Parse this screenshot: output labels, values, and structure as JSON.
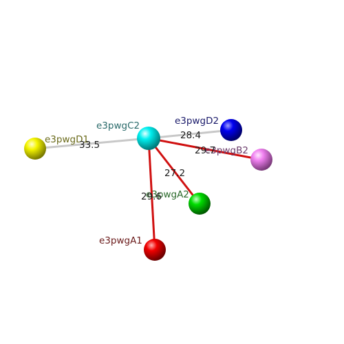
{
  "nodes": [
    {
      "id": "C2",
      "label": "e3pwgC2",
      "color": "#00e5e5",
      "label_color": "#2a6a6a"
    },
    {
      "id": "D2",
      "label": "e3pwgD2",
      "color": "#0000ee",
      "label_color": "#1a1a6a"
    },
    {
      "id": "B2",
      "label": "e3pwgB2",
      "color": "#ee77ee",
      "label_color": "#6a3a6a"
    },
    {
      "id": "A2",
      "label": "e3pwgA2",
      "color": "#00cc00",
      "label_color": "#2a6a2a"
    },
    {
      "id": "A1",
      "label": "e3pwgA1",
      "color": "#ee0000",
      "label_color": "#6a1a1a"
    },
    {
      "id": "D1",
      "label": "e3pwgD1",
      "color": "#eeee00",
      "label_color": "#6a6a1a"
    }
  ],
  "edges": [
    {
      "from": "C2",
      "to": "D1",
      "value": "33.5",
      "color": "#c8c8c8"
    },
    {
      "from": "C2",
      "to": "D2",
      "value": "28.4",
      "color": "#c8c8c8"
    },
    {
      "from": "C2",
      "to": "B2",
      "value": "29.7",
      "color": "#d01010"
    },
    {
      "from": "C2",
      "to": "A2",
      "value": "27.2",
      "color": "#d01010"
    },
    {
      "from": "C2",
      "to": "A1",
      "value": "29.6",
      "color": "#d01010"
    }
  ]
}
